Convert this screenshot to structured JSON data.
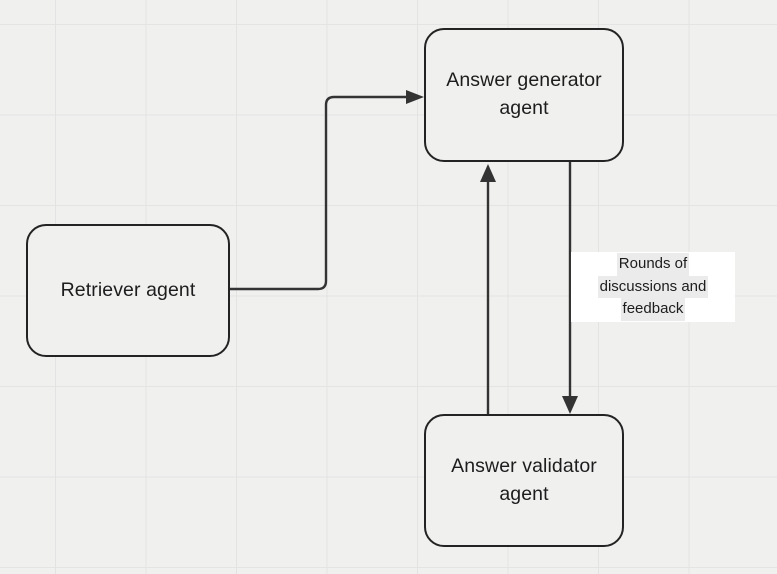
{
  "diagram": {
    "type": "flowchart",
    "background_color": "#f0f0ef",
    "grid_color": "#e3e3e3",
    "stroke_color": "#232323",
    "text_color": "#1d1d1d",
    "nodes": [
      {
        "id": "retriever",
        "label": "Retriever agent",
        "shape": "rounded-rectangle"
      },
      {
        "id": "generator",
        "label": "Answer generator\nagent",
        "shape": "rounded-rectangle"
      },
      {
        "id": "validator",
        "label": "Answer validator\nagent",
        "shape": "rounded-rectangle"
      }
    ],
    "edges": [
      {
        "id": "retriever-to-generator",
        "from": "retriever",
        "to": "generator",
        "style": "elbow",
        "arrowhead": "filled-triangle",
        "label": ""
      },
      {
        "id": "generator-to-validator",
        "from": "generator",
        "to": "validator",
        "style": "straight-vertical",
        "arrowhead": "filled-triangle",
        "label": "Rounds of discussions and feedback"
      },
      {
        "id": "validator-to-generator",
        "from": "validator",
        "to": "generator",
        "style": "straight-vertical",
        "arrowhead": "filled-triangle",
        "label": ""
      }
    ],
    "edge_label": {
      "lines": [
        "Rounds of",
        "discussions and",
        "feedback"
      ],
      "background_color": "#ffffff",
      "highlight_color": "#ebebeb"
    }
  }
}
